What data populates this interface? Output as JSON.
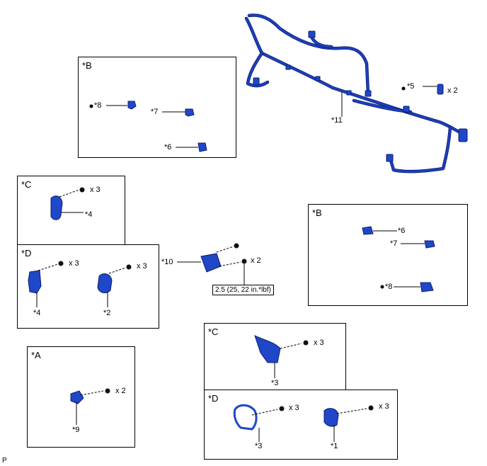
{
  "boxes": {
    "b_top": "*B",
    "c_left": "*C",
    "d_left": "*D",
    "b_right": "*B",
    "a_bottom": "*A",
    "c_bottom": "*C",
    "d_bottom": "*D"
  },
  "callouts": {
    "n11": "*11",
    "n5": "*5",
    "x2_clip": "x 2",
    "n8_top": "*8",
    "n7_top": "*7",
    "n6_top": "*6",
    "x3_c_left": "x 3",
    "n4_c_left": "*4",
    "x3_d_left_a": "x 3",
    "x3_d_left_b": "x 3",
    "n4_d_left": "*4",
    "n2": "*2",
    "n10": "*10",
    "x2_ecu": "x 2",
    "n6_right": "*6",
    "n7_right": "*7",
    "n8_right": "*8",
    "x2_a": "x 2",
    "n9": "*9",
    "x3_c_bottom": "x 3",
    "n3_c_bottom": "*3",
    "x3_d_bottom_a": "x 3",
    "x3_d_bottom_b": "x 3",
    "n3_d_bottom": "*3",
    "n1": "*1"
  },
  "torque_spec": "2.5 (25, 22 in.*lbf)",
  "corner_mark": "P",
  "colors": {
    "part_blue": "#1f47c8",
    "part_outline": "#0b1f75"
  }
}
